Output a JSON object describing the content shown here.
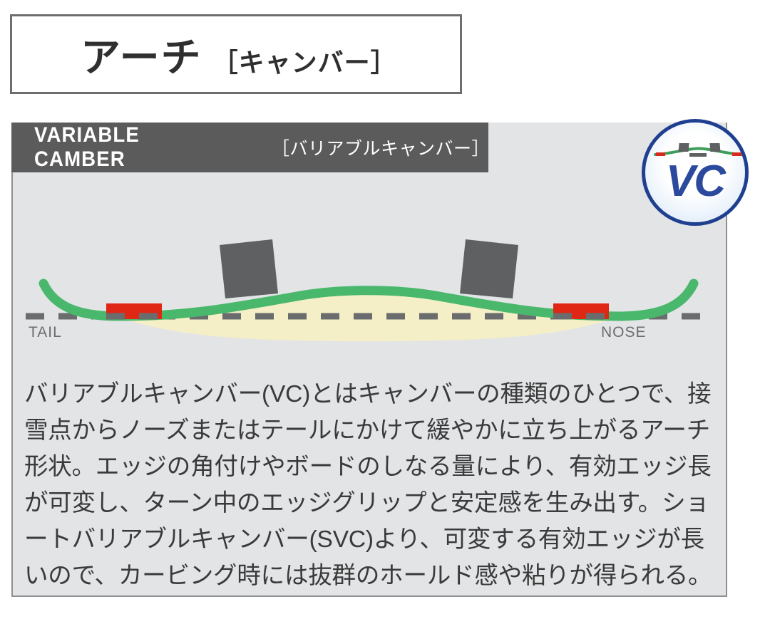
{
  "title": {
    "main": "アーチ",
    "sub": "［キャンバー］"
  },
  "panel": {
    "header_en": "VARIABLE CAMBER",
    "header_jp": "［バリアブルキャンバー］"
  },
  "badge": {
    "label": "VC"
  },
  "diagram": {
    "tail_label": "TAIL",
    "nose_label": "NOSE",
    "colors": {
      "board": "#49b86c",
      "contact_point": "#e02716",
      "binding": "#5e6062",
      "arch_fill": "#f4efc6",
      "baseline": "#6a6c6e",
      "panel_bg": "#e3e4e6"
    }
  },
  "description": {
    "line1": "バリアブルキャンバー(VC)とはキャンバーの種類のひとつで、接",
    "line2": "雪点からノーズまたはテールにかけて緩やかに立ち上がるアーチ",
    "line3": "形状。エッジの角付けやボードのしなる量により、有効エッジ長",
    "line4": "が可変し、ターン中のエッジグリップと安定感を生み出す。ショ",
    "line5": "ートバリアブルキャンバー(SVC)より、可変する有効エッジが長",
    "line6": "いので、カービング時には抜群のホールド感や粘りが得られる。"
  }
}
